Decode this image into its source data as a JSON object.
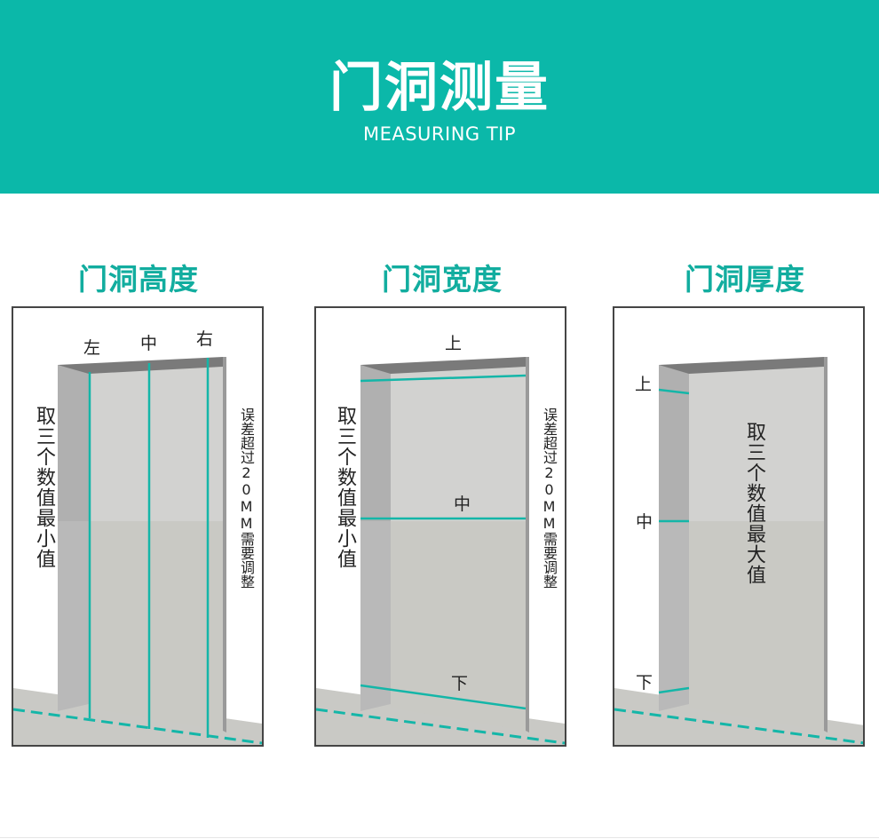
{
  "header": {
    "title": "门洞测量",
    "subtitle": "MEASURING TIP"
  },
  "panels": [
    {
      "title": "门洞高度",
      "labels": [
        "左",
        "中",
        "右"
      ],
      "left_note": "取三个数值最小值",
      "right_note": "误差超过20MM需要调整"
    },
    {
      "title": "门洞宽度",
      "labels": [
        "上",
        "中",
        "下"
      ],
      "left_note": "取三个数值最小值",
      "right_note": "误差超过20MM需要调整"
    },
    {
      "title": "门洞厚度",
      "labels": [
        "上",
        "中",
        "下"
      ],
      "center_note": "取三个数值最大值"
    }
  ],
  "colors": {
    "brand": "#0bb8a9",
    "accent_line": "#14b6a8",
    "panel_border": "#454545"
  }
}
